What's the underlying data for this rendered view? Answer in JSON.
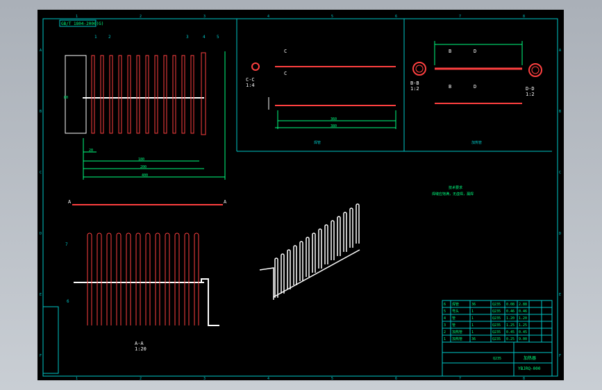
{
  "title_box": "GB/T 1804-2000(G)",
  "part_numbers": [
    "1",
    "2",
    "3",
    "4",
    "5",
    "6",
    "7"
  ],
  "dims_top": {
    "d1": "20",
    "d2": "180",
    "d3": "200",
    "d4": "400",
    "side": "80"
  },
  "view_labels": {
    "cc_section": "C-C",
    "cc_scale": "1:4",
    "bb_section": "B-B",
    "bb_scale": "1:2",
    "dd_section": "D-D",
    "dd_scale": "1:2",
    "aa_section": "A-A",
    "aa_scale": "1:20",
    "letter_a": "A",
    "letter_b": "B",
    "letter_c": "C",
    "letter_d": "D"
  },
  "panel_captions": {
    "mid": "焊管",
    "right": "加热管"
  },
  "dims_mid": {
    "d1": "360",
    "d2": "380"
  },
  "notes": {
    "heading": "技术要求",
    "line1": "焊缝应饱满，无虚焊，漏焊"
  },
  "border_numbers": {
    "top": [
      "1",
      "2",
      "3",
      "4",
      "5",
      "6",
      "7",
      "8"
    ],
    "side": [
      "A",
      "B",
      "C",
      "D",
      "E",
      "F"
    ]
  },
  "bom_rows": [
    [
      "6",
      "焊管",
      "36",
      "Q235",
      "0.08",
      "2.88"
    ],
    [
      "5",
      "弯头",
      "1",
      "Q235",
      "0.46",
      "0.46"
    ],
    [
      "4",
      "管",
      "1",
      "Q235",
      "1.20",
      "1.20"
    ],
    [
      "3",
      "管",
      "1",
      "Q235",
      "1.25",
      "1.25"
    ],
    [
      "2",
      "加热管",
      "1",
      "Q235",
      "0.45",
      "0.45"
    ],
    [
      "1",
      "加热管",
      "36",
      "Q235",
      "0.25",
      "9.00"
    ]
  ],
  "title_block": {
    "drawing_name": "加热器",
    "drawing_no": "YBJRQ-000",
    "material": "Q235"
  },
  "colors": {
    "frame": "#00c8c8",
    "part": "#ff4040",
    "line": "#ffffff",
    "dim": "#00ff80"
  }
}
